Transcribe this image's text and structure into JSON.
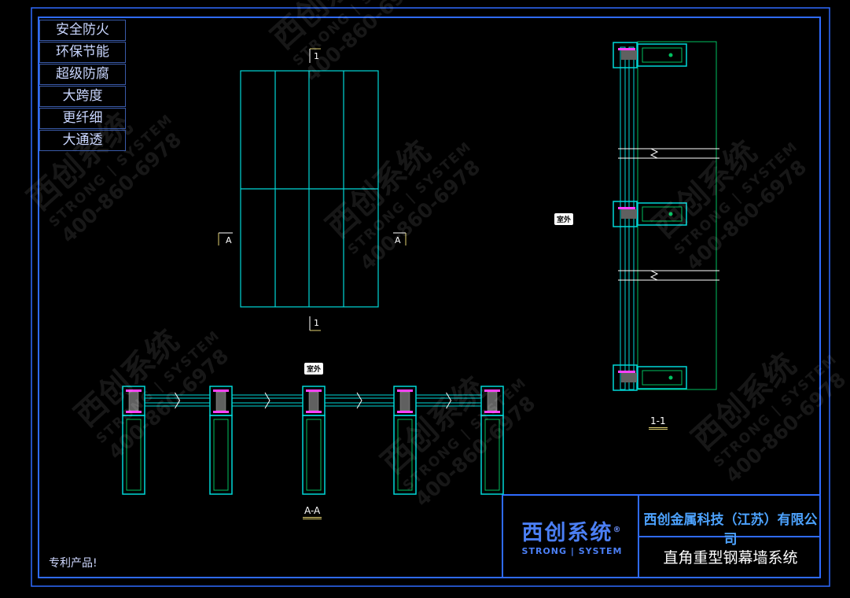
{
  "features": [
    "安全防火",
    "环保节能",
    "超级防腐",
    "大跨度",
    "更纤细",
    "大通透"
  ],
  "patent_note": "专利产品!",
  "section_markers": {
    "one": "1",
    "a": "A"
  },
  "indoor_tag": "室外",
  "section_labels": {
    "aa": "A-A",
    "one_one": "1-1"
  },
  "title_block": {
    "logo_text": "西创系统",
    "logo_mark": "®",
    "logo_en": "STRONG | SYSTEM",
    "company": "西创金属科技（江苏）有限公司",
    "drawing_title": "直角重型钢幕墙系统"
  },
  "watermark": {
    "cn": "西创系统",
    "en": "STRONG | SYSTEM",
    "tel": "400-860-6978"
  },
  "colors": {
    "frame": "#2f6bff",
    "glass": "#00d8d8",
    "steel": "#00c060",
    "detail": "#ff40ff"
  }
}
